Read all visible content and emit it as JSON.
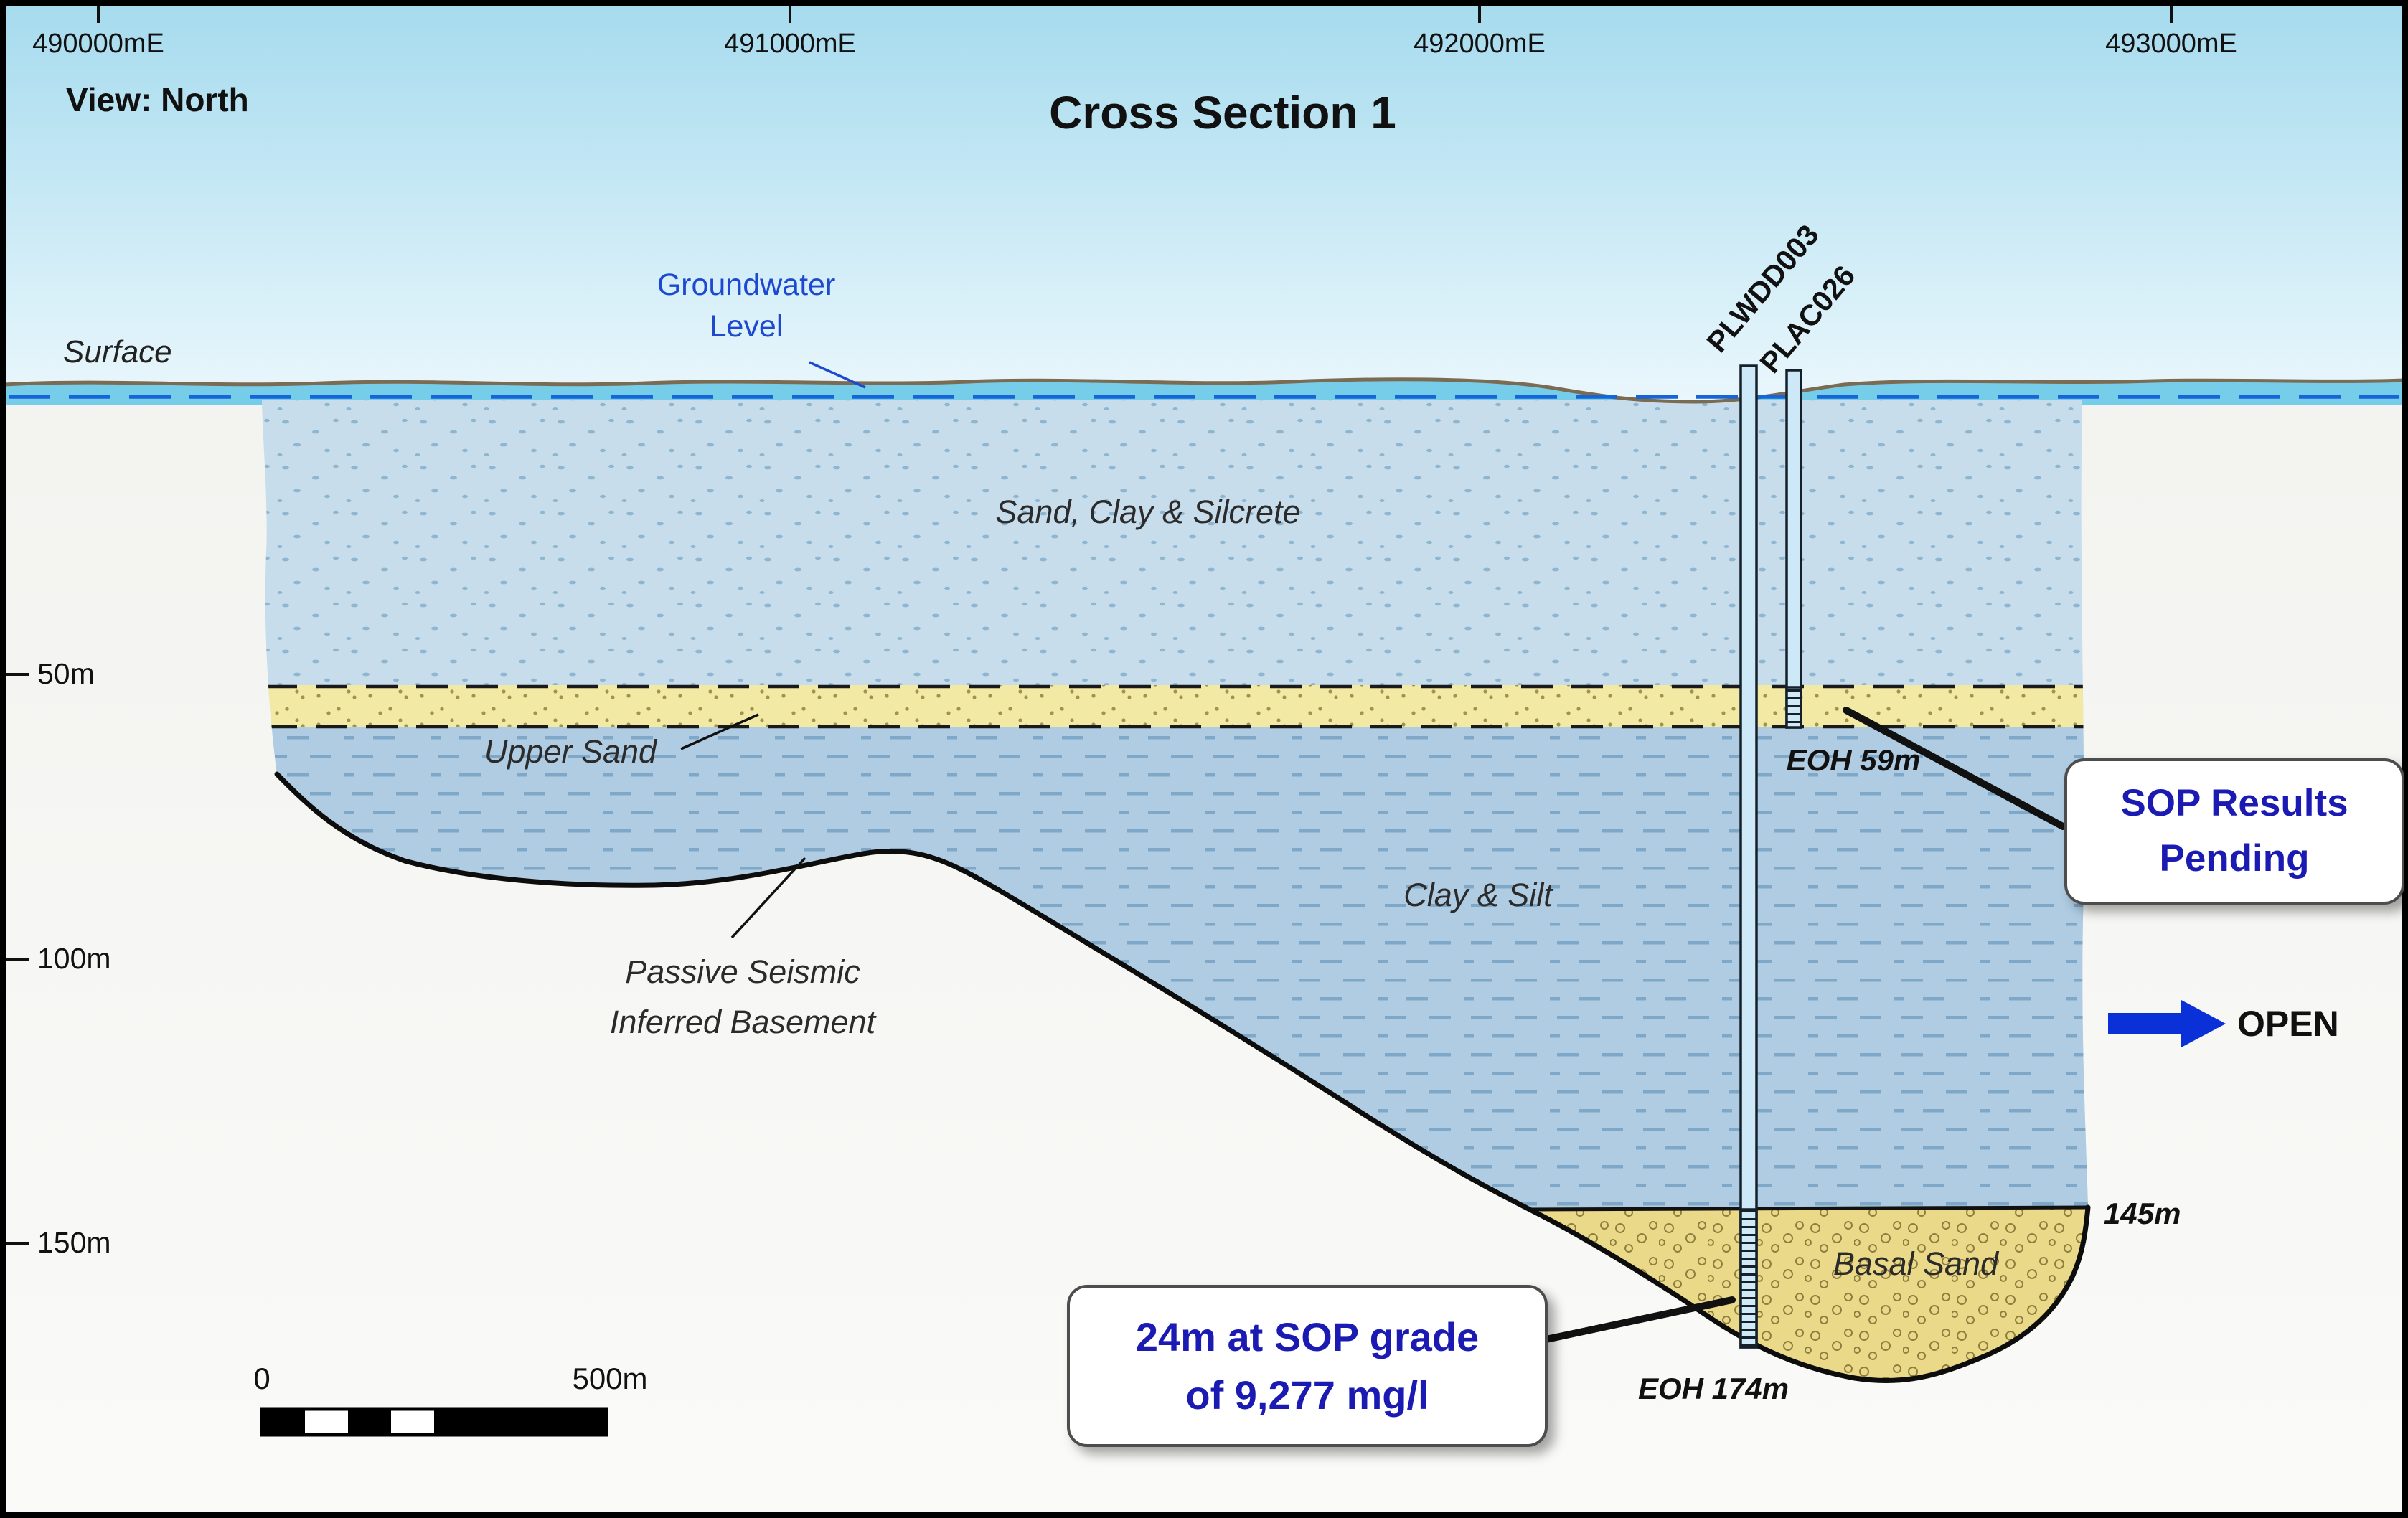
{
  "meta": {
    "view": "View: North",
    "title": "Cross Section 1"
  },
  "axis": {
    "eastings": [
      "490000mE",
      "491000mE",
      "492000mE",
      "493000mE"
    ],
    "depths": [
      "50m",
      "100m",
      "150m"
    ]
  },
  "surface_label": "Surface",
  "groundwater": {
    "line1": "Groundwater",
    "line2": "Level"
  },
  "layers": {
    "sand_clay_silcrete": "Sand, Clay & Silcrete",
    "upper_sand": "Upper Sand",
    "clay_silt": "Clay & Silt",
    "basal_sand": "Basal Sand"
  },
  "basement_label": {
    "line1": "Passive Seismic",
    "line2": "Inferred Basement"
  },
  "drillholes": [
    {
      "name": "PLWDD003",
      "eoh": "EOH 174m"
    },
    {
      "name": "PLAC026",
      "eoh": "EOH 59m"
    }
  ],
  "callouts": {
    "sop_pending": {
      "line1": "SOP Results",
      "line2": "Pending"
    },
    "sop_grade": {
      "line1": "24m at SOP grade",
      "line2": "of 9,277 mg/l"
    }
  },
  "annotations": {
    "open_label": "OPEN",
    "depth_145": "145m"
  },
  "scalebar": {
    "zero": "0",
    "max": "500m"
  },
  "colors": {
    "sky_top": "#a6dbee",
    "water": "#76cde9",
    "groundwater_line": "#1565d8",
    "surface_line": "#7b6b52",
    "sand_clay_silcrete": "#c7ddec",
    "upper_sand": "#f2e9a4",
    "clay_silt": "#afcce2",
    "basal_sand": "#ead988",
    "callout_text": "#1b1bb3",
    "open_arrow": "#0a30d8"
  }
}
